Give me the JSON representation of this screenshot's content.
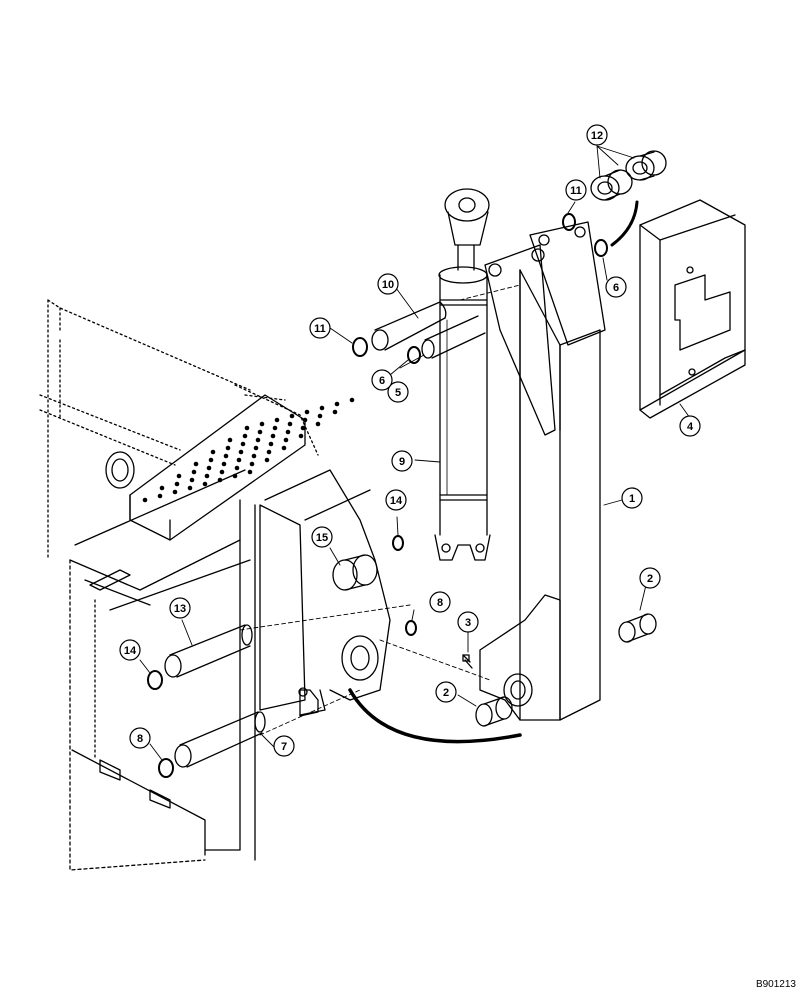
{
  "figure_id": "B901213",
  "callouts": [
    {
      "id": "c1",
      "label": "1"
    },
    {
      "id": "c2a",
      "label": "2"
    },
    {
      "id": "c2b",
      "label": "2"
    },
    {
      "id": "c3",
      "label": "3"
    },
    {
      "id": "c4",
      "label": "4"
    },
    {
      "id": "c5",
      "label": "5"
    },
    {
      "id": "c6a",
      "label": "6"
    },
    {
      "id": "c6b",
      "label": "6"
    },
    {
      "id": "c7",
      "label": "7"
    },
    {
      "id": "c8a",
      "label": "8"
    },
    {
      "id": "c8b",
      "label": "8"
    },
    {
      "id": "c9",
      "label": "9"
    },
    {
      "id": "c10",
      "label": "10"
    },
    {
      "id": "c11a",
      "label": "11"
    },
    {
      "id": "c11b",
      "label": "11"
    },
    {
      "id": "c12",
      "label": "12"
    },
    {
      "id": "c13",
      "label": "13"
    },
    {
      "id": "c14a",
      "label": "14"
    },
    {
      "id": "c14b",
      "label": "14"
    },
    {
      "id": "c15",
      "label": "15"
    }
  ]
}
